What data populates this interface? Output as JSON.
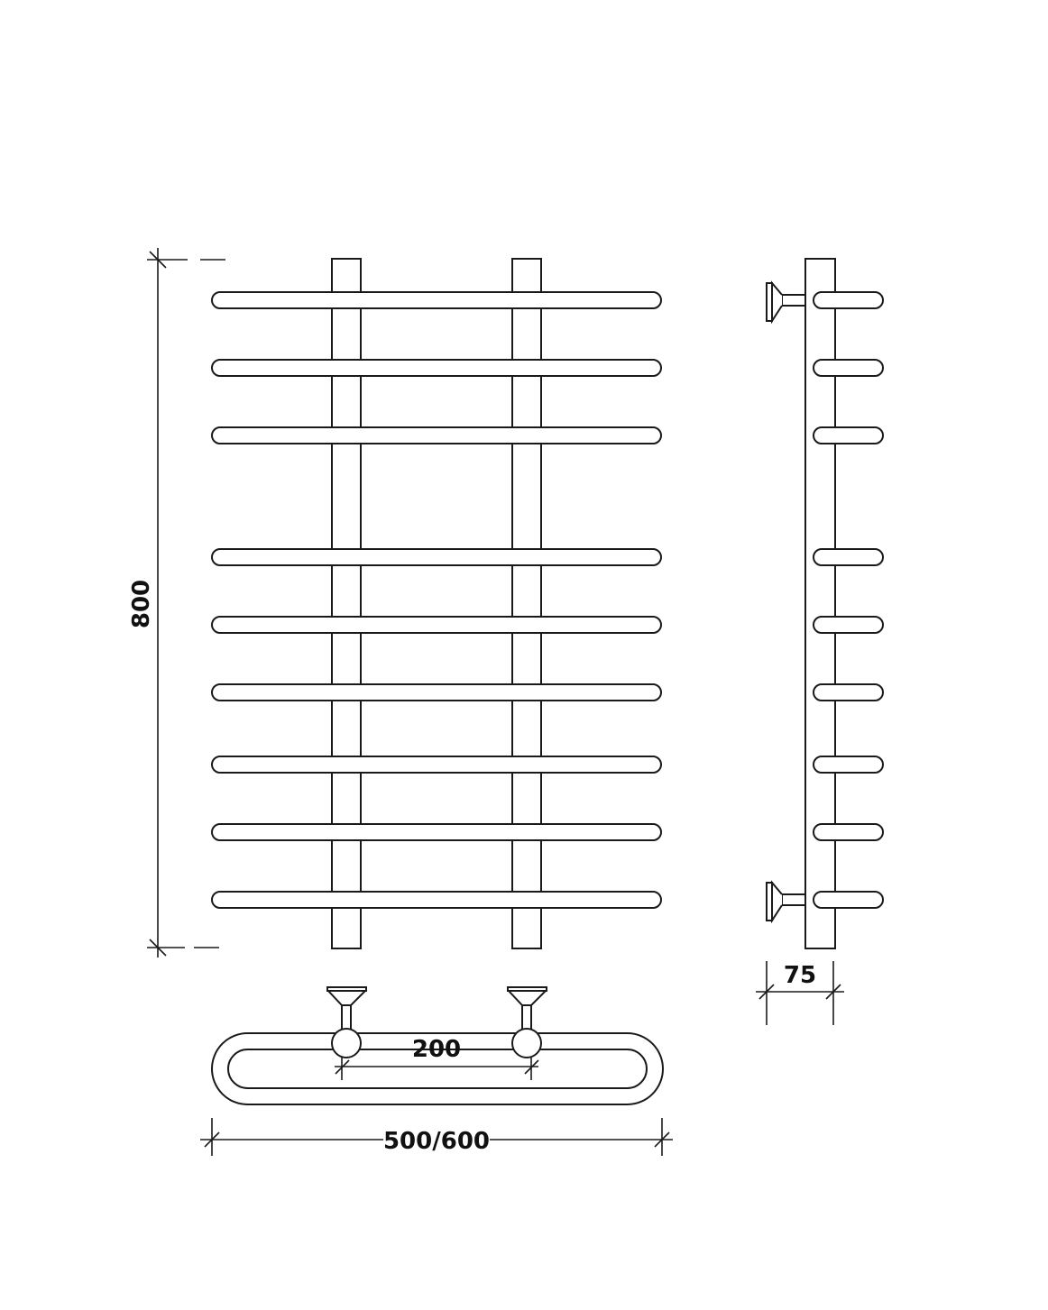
{
  "drawing": {
    "subject": "towel-rail",
    "rung_count": 9,
    "dimensions": {
      "height": "800",
      "depth": "75",
      "center_distance": "200",
      "width": "500/600"
    }
  }
}
